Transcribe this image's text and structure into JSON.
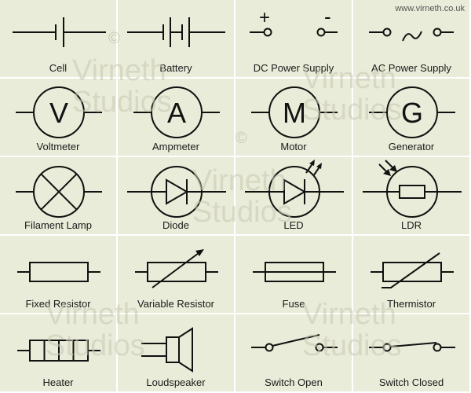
{
  "site": "www.virneth.co.uk",
  "watermark": {
    "line1": "Virneth",
    "line2": "Studios",
    "copyright": "©"
  },
  "symbols": [
    {
      "label": "Cell",
      "icon": "cell-icon"
    },
    {
      "label": "Battery",
      "icon": "battery-icon"
    },
    {
      "label": "DC Power Supply",
      "icon": "dc-power-supply-icon",
      "plus": "+",
      "minus": "-"
    },
    {
      "label": "AC Power Supply",
      "icon": "ac-power-supply-icon"
    },
    {
      "label": "Voltmeter",
      "icon": "voltmeter-icon",
      "letter": "V"
    },
    {
      "label": "Ampmeter",
      "icon": "ammeter-icon",
      "letter": "A"
    },
    {
      "label": "Motor",
      "icon": "motor-icon",
      "letter": "M"
    },
    {
      "label": "Generator",
      "icon": "generator-icon",
      "letter": "G"
    },
    {
      "label": "Filament Lamp",
      "icon": "filament-lamp-icon"
    },
    {
      "label": "Diode",
      "icon": "diode-icon"
    },
    {
      "label": "LED",
      "icon": "led-icon"
    },
    {
      "label": "LDR",
      "icon": "ldr-icon"
    },
    {
      "label": "Fixed Resistor",
      "icon": "fixed-resistor-icon"
    },
    {
      "label": "Variable Resistor",
      "icon": "variable-resistor-icon"
    },
    {
      "label": "Fuse",
      "icon": "fuse-icon"
    },
    {
      "label": "Thermistor",
      "icon": "thermistor-icon"
    },
    {
      "label": "Heater",
      "icon": "heater-icon"
    },
    {
      "label": "Loudspeaker",
      "icon": "loudspeaker-icon"
    },
    {
      "label": "Switch Open",
      "icon": "switch-open-icon"
    },
    {
      "label": "Switch Closed",
      "icon": "switch-closed-icon"
    }
  ],
  "colors": {
    "background": "#f2f2e2",
    "cell": "#e9ecd8",
    "stroke": "#111111",
    "watermark": "#c8c8b4"
  }
}
